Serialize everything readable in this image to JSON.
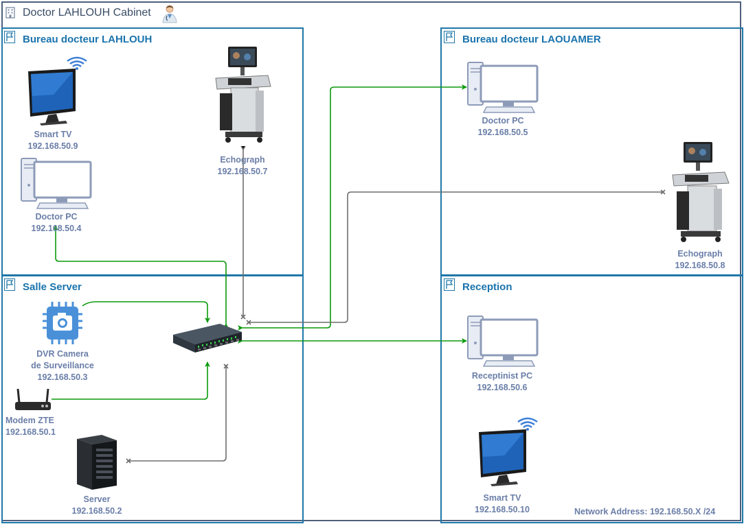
{
  "title": "Doctor LAHLOUH Cabinet",
  "icons": {
    "title": "building-icon",
    "doctor": "doctor-avatar-icon",
    "room": "flag-icon"
  },
  "colors": {
    "room_border": "#1f77a8",
    "room_title": "#1a73ad",
    "label": "#6a7ea8",
    "link_ethernet": "#0a9a0a",
    "link_wired": "#6e6e6e"
  },
  "rooms": {
    "lahlouh": "Bureau docteur LAHLOUH",
    "laouamer": "Bureau docteur LAOUAMER",
    "server": "Salle Server",
    "reception": "Reception"
  },
  "devices": {
    "smart_tv_1": {
      "name": "Smart TV",
      "ip": "192.168.50.9"
    },
    "doctor_pc_1": {
      "name": "Doctor PC",
      "ip": "192.168.50.4"
    },
    "echograph_1": {
      "name": "Echograph",
      "ip": "192.168.50.7"
    },
    "doctor_pc_2": {
      "name": "Doctor PC",
      "ip": "192.168.50.5"
    },
    "echograph_2": {
      "name": "Echograph",
      "ip": "192.168.50.8"
    },
    "dvr": {
      "name_line1": "DVR Camera",
      "name_line2": "de Surveillance",
      "ip": "192.168.50.3"
    },
    "modem": {
      "name": "Modem ZTE",
      "ip": "192.168.50.1"
    },
    "server": {
      "name": "Server",
      "ip": "192.168.50.2"
    },
    "receptionist_pc": {
      "name": "Receptinist PC",
      "ip": "192.168.50.6"
    },
    "smart_tv_2": {
      "name": "Smart TV",
      "ip": "192.168.50.10"
    }
  },
  "network_address": "Network Address: 192.168.50.X /24"
}
